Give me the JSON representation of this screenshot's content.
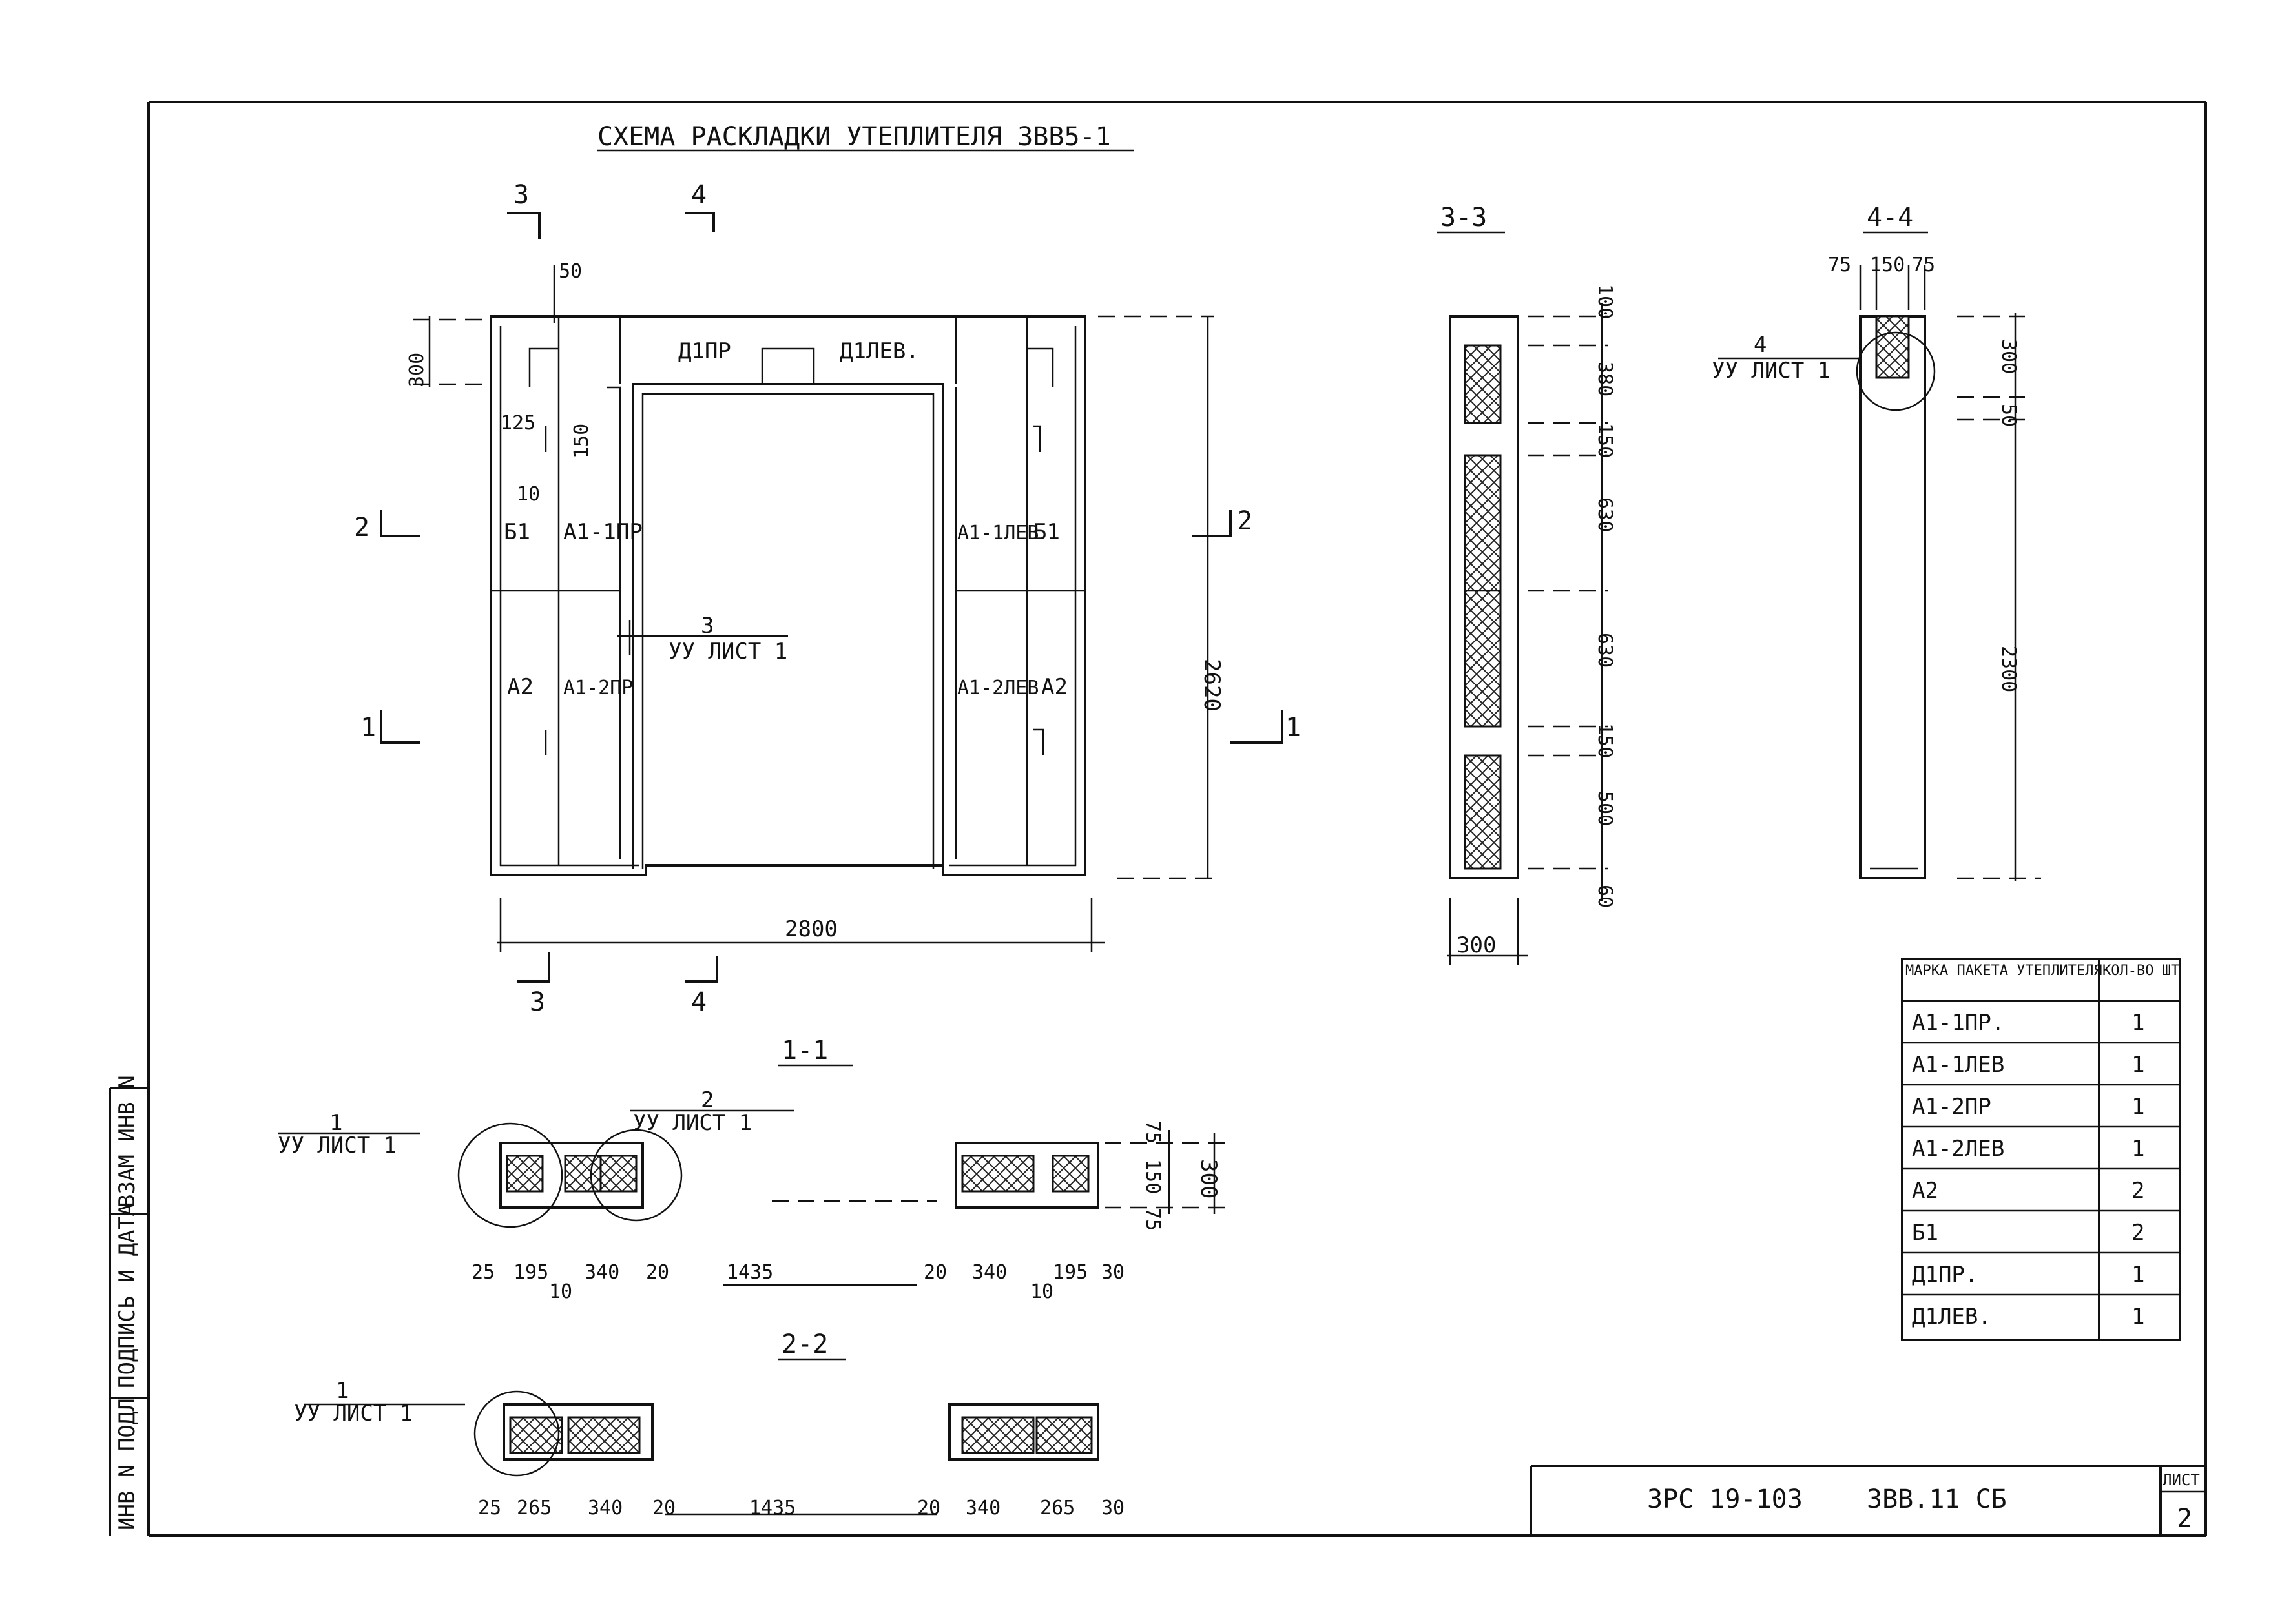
{
  "title": "СХЕМА РАСКЛАДКИ УТЕПЛИТЕЛЯ 3ВВ5-1",
  "elevation": {
    "cut_marks": [
      "3",
      "4",
      "2",
      "1",
      "3",
      "4",
      "2",
      "1"
    ],
    "panel_labels": {
      "d1pr": "Д1ПР",
      "d1lev": "Д1ЛЕВ.",
      "b1_left": "Б1",
      "a11pr": "А1-1ПР",
      "a2_left": "А2",
      "a12pr": "А1-2ПР",
      "a11lev": "А1-1ЛЕВ",
      "b1_right": "Б1",
      "a12lev": "А1-2ЛЕВ",
      "a2_right": "А2"
    },
    "dims": {
      "d50": "50",
      "d300": "300",
      "d125": "125",
      "d150": "150",
      "d10": "10",
      "d2620": "2620",
      "d2800": "2800"
    },
    "callout": {
      "num": "3",
      "ref": "УУ ЛИСТ 1"
    }
  },
  "section_3_3": {
    "title": "3-3",
    "dims": [
      "100",
      "380",
      "150",
      "630",
      "630",
      "150",
      "500",
      "60"
    ],
    "width": "300"
  },
  "section_4_4": {
    "title": "4-4",
    "dims_top": [
      "75",
      "150",
      "75"
    ],
    "callout": {
      "num": "4",
      "ref": "УУ ЛИСТ 1"
    },
    "dims_side": [
      "300",
      "50",
      "2300"
    ]
  },
  "section_1_1": {
    "title": "1-1",
    "callout_left": {
      "num": "1",
      "ref": "УУ ЛИСТ 1"
    },
    "callout_right": {
      "num": "2",
      "ref": "УУ ЛИСТ 1"
    },
    "bottom_dims": [
      "25",
      "195",
      "340",
      "20",
      "1435",
      "20",
      "340",
      "195",
      "30"
    ],
    "sub_dims": [
      "10",
      "10"
    ],
    "side_dims": [
      "75",
      "150",
      "75",
      "300"
    ]
  },
  "section_2_2": {
    "title": "2-2",
    "callout": {
      "num": "1",
      "ref": "УУ ЛИСТ 1"
    },
    "bottom_dims": [
      "25",
      "265",
      "340",
      "20",
      "1435",
      "20",
      "340",
      "265",
      "30"
    ]
  },
  "table": {
    "header_mark": "МАРКА ПАКЕТА УТЕПЛИТЕЛЯ",
    "header_qty": "КОЛ-ВО ШТ",
    "rows": [
      {
        "mark": "А1-1ПР.",
        "qty": "1"
      },
      {
        "mark": "А1-1ЛЕВ",
        "qty": "1"
      },
      {
        "mark": "А1-2ПР",
        "qty": "1"
      },
      {
        "mark": "А1-2ЛЕВ",
        "qty": "1"
      },
      {
        "mark": "А2",
        "qty": "2"
      },
      {
        "mark": "Б1",
        "qty": "2"
      },
      {
        "mark": "Д1ПР.",
        "qty": "1"
      },
      {
        "mark": "Д1ЛЕВ.",
        "qty": "1"
      }
    ]
  },
  "stamp": {
    "code": "3РС 19-103",
    "doc": "3ВВ.11 СБ",
    "sheet_label": "ЛИСТ",
    "sheet_num": "2"
  },
  "margin_labels": [
    "ИНВ N ПОДЛ",
    "ПОДПИСЬ И ДАТА",
    "ВЗАМ ИНВ N"
  ]
}
